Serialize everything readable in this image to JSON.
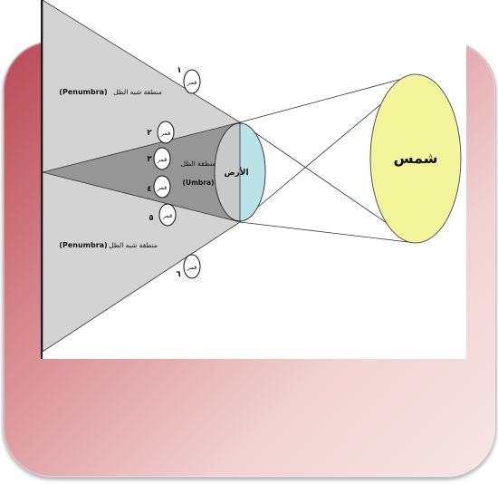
{
  "diagram": {
    "sun_label": "شمس",
    "earth_label": "الأرض",
    "umbra_label_ar": "منطقة الظل",
    "umbra_label_en": "(Umbra)",
    "penumbra_upper_ar": "منطقة شبه الظل",
    "penumbra_upper_en": "(Penumbra)",
    "penumbra_lower_ar": "منطقة شبه الظل",
    "penumbra_lower_en": "(Penumbra)",
    "moon_label": "قمر",
    "positions": [
      "١",
      "٢",
      "٣",
      "٤",
      "٥",
      "٦"
    ]
  },
  "colors": {
    "card_dark": "#b84a55",
    "card_light": "#f7e7e6",
    "penumbra": "#d3d3d3",
    "umbra": "#969696",
    "sun_fill": "#f2f59a",
    "earth_day": "#b9e3e6",
    "earth_night": "#c9c9c9"
  }
}
